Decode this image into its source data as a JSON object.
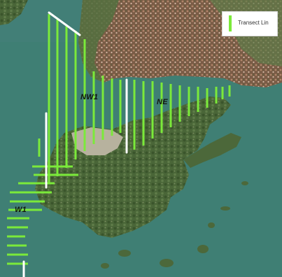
{
  "legend": {
    "label": "Transect Lin",
    "line_color": "#7bea3a"
  },
  "area_labels": {
    "nw1": "NW1",
    "ne": "NE",
    "w1": "W1"
  },
  "colors": {
    "sea": "#3f7f74",
    "land": "#4f6b3d",
    "urban": "#8c6d56",
    "transect": "#7bea3a",
    "boundary": "#ffffff"
  }
}
